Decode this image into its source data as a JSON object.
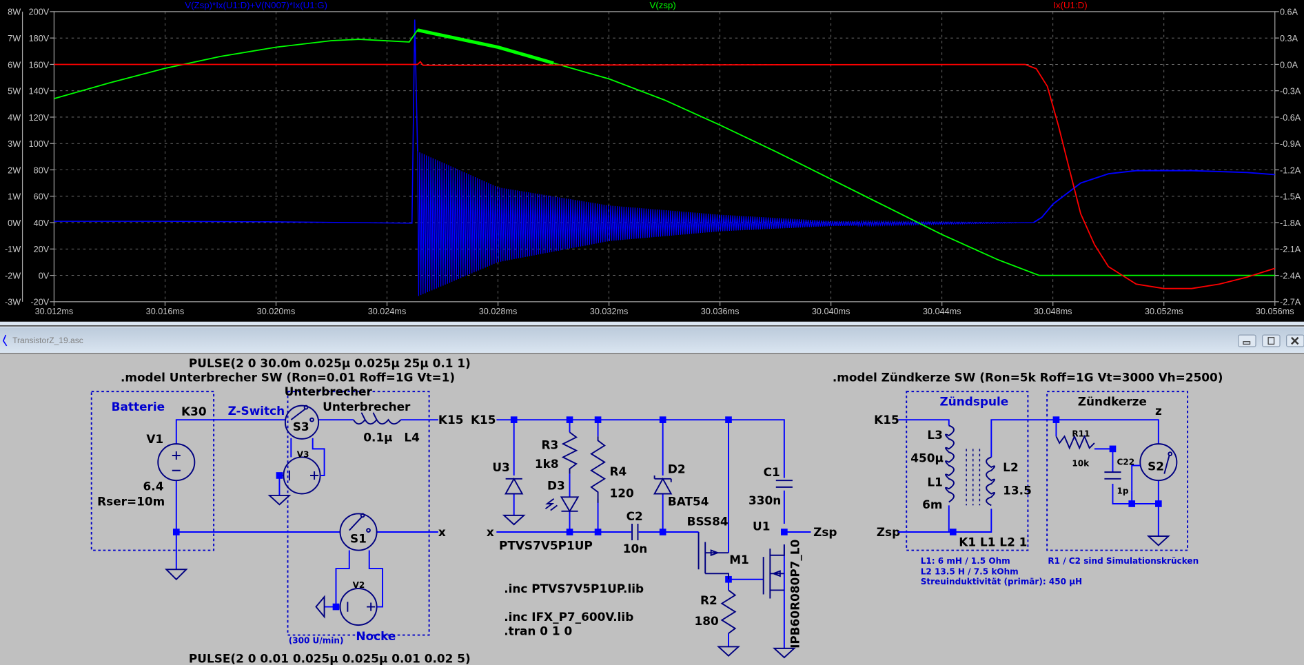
{
  "plot": {
    "trace_labels": [
      {
        "text": "V(Zsp)*Ix(U1:D)+V(N007)*Ix(U1:G)",
        "color": "#0000ff"
      },
      {
        "text": "V(zsp)",
        "color": "#00ff00"
      },
      {
        "text": "Ix(U1:D)",
        "color": "#ff0000"
      }
    ],
    "x_ticks": [
      "30.012ms",
      "30.016ms",
      "30.020ms",
      "30.024ms",
      "30.028ms",
      "30.032ms",
      "30.036ms",
      "30.040ms",
      "30.044ms",
      "30.048ms",
      "30.052ms",
      "30.056ms"
    ],
    "left_w_ticks": [
      "8W",
      "7W",
      "6W",
      "5W",
      "4W",
      "3W",
      "2W",
      "1W",
      "0W",
      "-1W",
      "-2W",
      "-3W"
    ],
    "left_v_ticks": [
      "200V",
      "180V",
      "160V",
      "140V",
      "120V",
      "100V",
      "80V",
      "60V",
      "40V",
      "20V",
      "0V",
      "-20V"
    ],
    "right_a_ticks": [
      "0.6A",
      "0.3A",
      "0.0A",
      "-0.3A",
      "-0.6A",
      "-0.9A",
      "-1.2A",
      "-1.5A",
      "-1.8A",
      "-2.1A",
      "-2.4A",
      "-2.7A"
    ],
    "x_range_ms": [
      30.012,
      30.056
    ],
    "v_range": [
      -20,
      200
    ],
    "w_range": [
      -3,
      8
    ],
    "a_range": [
      -2.7,
      0.6
    ],
    "series": {
      "vzsp_V": [
        [
          30.012,
          134
        ],
        [
          30.014,
          146
        ],
        [
          30.016,
          157
        ],
        [
          30.018,
          166
        ],
        [
          30.02,
          173
        ],
        [
          30.022,
          178
        ],
        [
          30.023,
          179
        ],
        [
          30.0248,
          177
        ],
        [
          30.0251,
          186
        ],
        [
          30.026,
          182
        ],
        [
          30.028,
          173
        ],
        [
          30.03,
          161
        ],
        [
          30.032,
          149
        ],
        [
          30.034,
          133
        ],
        [
          30.036,
          114
        ],
        [
          30.038,
          94
        ],
        [
          30.04,
          73
        ],
        [
          30.042,
          52
        ],
        [
          30.044,
          31
        ],
        [
          30.046,
          12
        ],
        [
          30.0475,
          0
        ],
        [
          30.056,
          0
        ]
      ],
      "ixd_A": [
        [
          30.012,
          0
        ],
        [
          30.0251,
          0
        ],
        [
          30.0252,
          0.03
        ],
        [
          30.0253,
          -0.01
        ],
        [
          30.047,
          0
        ],
        [
          30.0474,
          -0.05
        ],
        [
          30.0478,
          -0.25
        ],
        [
          30.0482,
          -0.7
        ],
        [
          30.0486,
          -1.2
        ],
        [
          30.049,
          -1.7
        ],
        [
          30.0495,
          -2.05
        ],
        [
          30.05,
          -2.3
        ],
        [
          30.051,
          -2.5
        ],
        [
          30.052,
          -2.55
        ],
        [
          30.053,
          -2.55
        ],
        [
          30.054,
          -2.5
        ],
        [
          30.055,
          -2.42
        ],
        [
          30.056,
          -2.32
        ]
      ],
      "power_W": [
        [
          30.012,
          0.05
        ],
        [
          30.016,
          0.05
        ],
        [
          30.02,
          0.03
        ],
        [
          30.0249,
          -0.02
        ],
        [
          30.025,
          7.7
        ],
        [
          30.0251,
          2.7
        ]
      ],
      "power_tail_W": [
        [
          30.0473,
          0
        ],
        [
          30.0476,
          0.2
        ],
        [
          30.048,
          0.7
        ],
        [
          30.049,
          1.5
        ],
        [
          30.05,
          1.85
        ],
        [
          30.051,
          1.97
        ],
        [
          30.053,
          1.97
        ],
        [
          30.055,
          1.9
        ],
        [
          30.056,
          1.82
        ]
      ],
      "power_osc_W": {
        "start": 30.0251,
        "end": 30.0473,
        "upper": [
          [
            30.0251,
            2.7
          ],
          [
            30.028,
            1.34
          ],
          [
            30.032,
            0.65
          ],
          [
            30.036,
            0.3
          ],
          [
            30.04,
            0.06
          ],
          [
            30.0473,
            0
          ]
        ],
        "lower": [
          [
            30.0251,
            -2.8
          ],
          [
            30.028,
            -1.5
          ],
          [
            30.032,
            -0.7
          ],
          [
            30.036,
            -0.33
          ],
          [
            30.04,
            -0.13
          ],
          [
            30.0473,
            0
          ]
        ]
      }
    }
  },
  "window": {
    "title": "TransistorZ_19.asc",
    "minimize_icon": "minimize-icon",
    "restore_icon": "restore-icon",
    "close_icon": "close-icon"
  },
  "schematic": {
    "directives": {
      "pulse1": "PULSE(2 0 30.0m 0.025µ 0.025µ 25µ 0.1 1)",
      "model_unterbrecher": ".model Unterbrecher SW (Ron=0.01 Roff=1G Vt=1)",
      "model_zuendkerze": ".model Zündkerze SW (Ron=5k Roff=1G Vt=3000 Vh=2500)",
      "pulse2": "PULSE(2 0 0.01 0.025µ 0.025µ 0.01 0.02 5)",
      "inc1": ".inc PTVS7V5P1UP.lib",
      "inc2": ".inc IFX_P7_600V.lib",
      "tran": ".tran 0 1 0",
      "coupling": "K1 L1 L2 1"
    },
    "groups": {
      "batterie": "Batterie",
      "zswitch": "Z-Switch",
      "nocke": "Nocke",
      "rpm": "(300 U/min)",
      "zuendspule": "Zündspule",
      "zuendkerze": "Zündkerze"
    },
    "nets": {
      "k30": "K30",
      "k15a": "K15",
      "k15b": "K15",
      "k15c": "K15",
      "x1": "x",
      "x2": "x",
      "zsp1": "Zsp",
      "zsp2": "Zsp",
      "z": "z"
    },
    "parts": {
      "v1": "V1",
      "v1_val": "6.4",
      "v1_rser": "Rser=10m",
      "s3": "S3",
      "s3_model": "Unterbrecher",
      "v3": "V3",
      "l4": "L4",
      "l4_model": "Unterbrecher",
      "l4_val": "0.1µ",
      "s1": "S1",
      "v2": "V2",
      "u3": "U3",
      "u3_val": "PTVS7V5P1UP",
      "r3": "R3",
      "r3_val": "1k8",
      "d3": "D3",
      "r4": "R4",
      "r4_val": "120",
      "c2": "C2",
      "c2_val": "10n",
      "d2": "D2",
      "d2_val": "BAT54",
      "m1": "M1",
      "m1_val": "BSS84",
      "r2": "R2",
      "r2_val": "180",
      "u1": "U1",
      "u1_val": "IPB60R080P7_L0",
      "c1": "C1",
      "c1_val": "330n",
      "l3": "L3",
      "l3_val": "450µ",
      "l1": "L1",
      "l1_val": "6m",
      "l2": "L2",
      "l2_val": "13.5",
      "r11": "R11",
      "r11_val": "10k",
      "c22": "C22",
      "c22_val": "1p",
      "s2": "S2"
    },
    "notes": {
      "n1": "L1: 6 mH / 1.5 Ohm",
      "n2": "L2 13.5 H / 7.5 kOhm",
      "n3": "Streuinduktivität (primär): 450 µH",
      "n4": "R1 / C2 sind Simulationskrücken"
    }
  }
}
